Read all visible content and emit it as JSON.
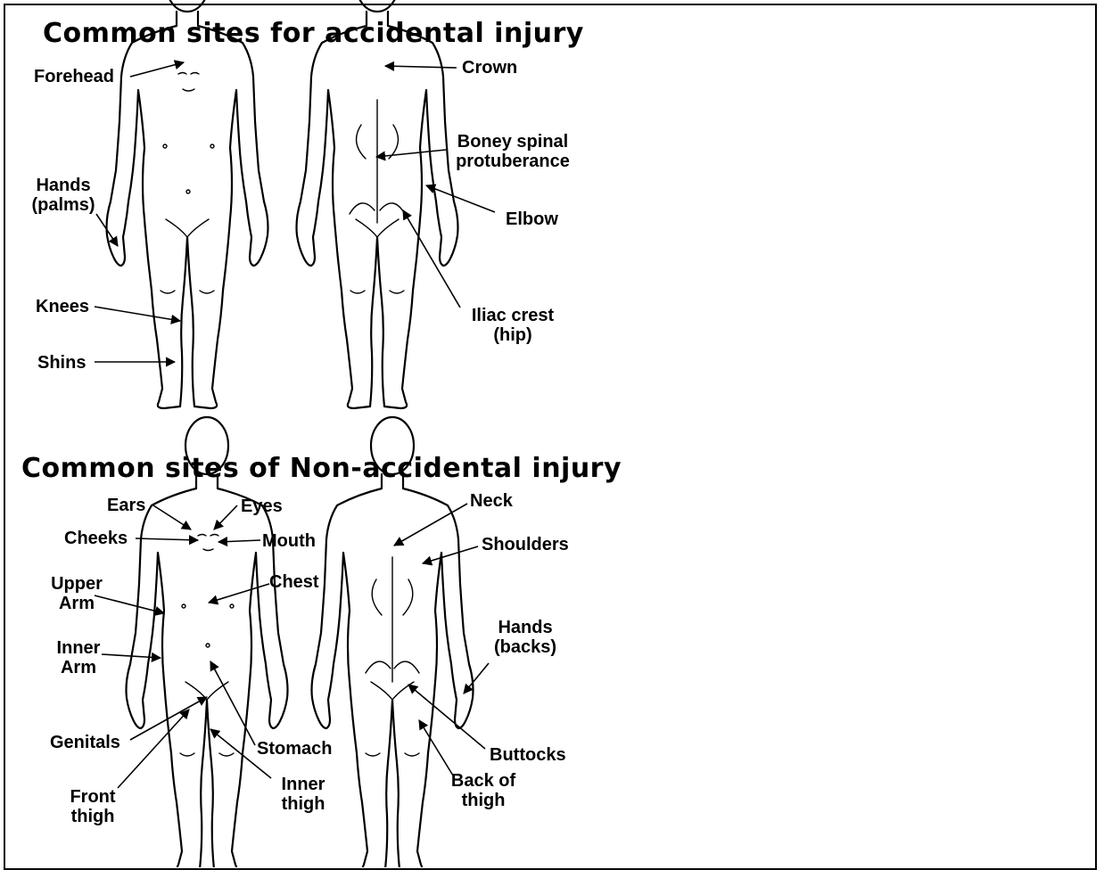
{
  "sections": {
    "accidental": {
      "title": "Common sites for accidental injury",
      "labels": {
        "forehead": "Forehead",
        "crown": "Crown",
        "boney_spinal": [
          "Boney spinal",
          "protuberance"
        ],
        "hands_palms": [
          "Hands",
          "(palms)"
        ],
        "elbow": "Elbow",
        "knees": "Knees",
        "iliac_crest": [
          "Iliac crest",
          "(hip)"
        ],
        "shins": "Shins"
      }
    },
    "non_accidental": {
      "title": "Common sites of Non-accidental injury",
      "labels": {
        "ears": "Ears",
        "eyes": "Eyes",
        "neck": "Neck",
        "cheeks": "Cheeks",
        "mouth": "Mouth",
        "shoulders": "Shoulders",
        "upper_arm": [
          "Upper",
          "Arm"
        ],
        "chest": "Chest",
        "inner_arm": [
          "Inner",
          "Arm"
        ],
        "hands_backs": [
          "Hands",
          "(backs)"
        ],
        "genitals": "Genitals",
        "stomach": "Stomach",
        "buttocks": "Buttocks",
        "front_thigh": [
          "Front",
          "thigh"
        ],
        "inner_thigh": [
          "Inner",
          "thigh"
        ],
        "back_of_thigh": [
          "Back of",
          "thigh"
        ]
      }
    }
  }
}
